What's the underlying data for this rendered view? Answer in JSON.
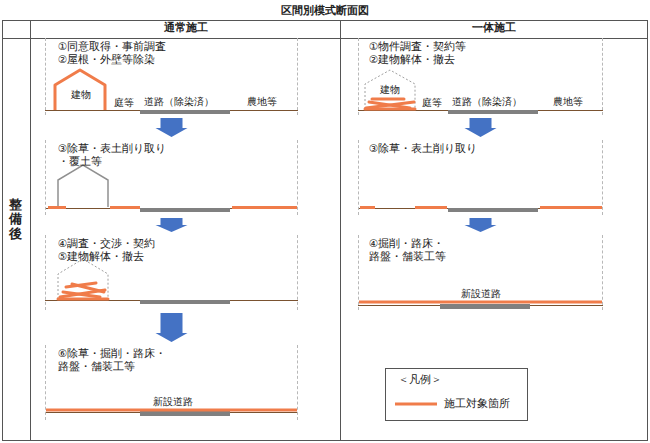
{
  "diagram": {
    "title": "区間別模式断面図",
    "nodes": [
      {
        "text": [
          "通常施工"
        ]
      },
      {
        "text": [
          "一体施工"
        ]
      },
      {
        "text": [
          "整備後"
        ]
      },
      {
        "text": [
          "①同意取得・事前調査",
          "②屋根・外壁等除染",
          "建物",
          "庭等",
          "道路（除染済）",
          "農地等"
        ]
      },
      {
        "text": [
          "③除草・表土削り取り ・覆土等"
        ]
      },
      {
        "text": [
          "④調査・交渉・契約",
          "⑤建物解体・撤去"
        ]
      },
      {
        "text": [
          "⑥除草・掘削・路床・ 路盤・舗装工等",
          "新設道路"
        ]
      },
      {
        "text": [
          "①物件調査・契約等",
          "②建物解体・撤去",
          "建物",
          "庭等",
          "道路（除染済）",
          "農地等"
        ]
      },
      {
        "text": [
          "③除草・表土削り取り"
        ]
      },
      {
        "text": [
          "④掘削・路床・ 路盤・舗装工等",
          "新設道路"
        ]
      }
    ],
    "edges": [
      {
        "from": 3,
        "to": 4,
        "arrow": "to"
      },
      {
        "from": 4,
        "to": 5,
        "arrow": "to"
      },
      {
        "from": 5,
        "to": 6,
        "arrow": "to"
      },
      {
        "from": 7,
        "to": 8,
        "arrow": "to"
      },
      {
        "from": 8,
        "to": 9,
        "arrow": "to"
      }
    ],
    "labels": [
      "＜凡例＞"
    ],
    "legend": [
      {
        "text": "施工対象箇所"
      }
    ]
  }
}
